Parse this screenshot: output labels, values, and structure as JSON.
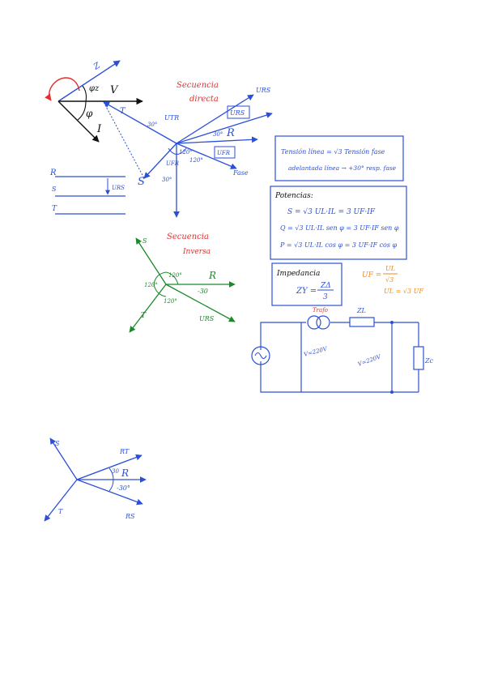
{
  "colors": {
    "ink": "#111111",
    "blue": "#2b4fd8",
    "green": "#1a8a2a",
    "red": "#e03030",
    "orange": "#f08a1c"
  },
  "phasor_diagram": {
    "z_label": "Z",
    "phi_z_label": "φz",
    "v_label": "V",
    "phi_label": "φ",
    "i_label": "I"
  },
  "direct_sequence": {
    "title_line1": "Secuencia",
    "title_line2": "directa",
    "r_label": "R",
    "s_label": "S",
    "t_label": "T",
    "u_rs_box": "URS",
    "u_fr_box": "UFR",
    "u_rs_top": "URS",
    "u_fr_label": "UFR",
    "u_tr_label": "UTR",
    "fase_label": "Fase",
    "ang_30_a": "30°",
    "ang_30_b": "30°",
    "ang_30_c": "30°",
    "ang_120_a": "120°",
    "ang_120_b": "120°"
  },
  "lines": {
    "r_label": "R",
    "s_label": "S",
    "t_label": "T",
    "u_rs_label": "URS"
  },
  "inverse_sequence": {
    "title_line1": "Secuencia",
    "title_line2": "Inversa",
    "r_label": "R",
    "s_label": "S",
    "t_label": "T",
    "u_rs_label": "URS",
    "ang_120_a": "120°",
    "ang_120_b": "120°",
    "ang_120_c": "120°",
    "ang_neg30": "-30"
  },
  "notes_box": {
    "line1": "Tensión línea = √3 Tensión fase",
    "line2": "adelantada línea → +30° resp. fase"
  },
  "potencias_box": {
    "title": "Potencias:",
    "s_eq": "S = √3 UL·IL = 3 UF·IF",
    "q_eq": "Q = √3 UL·IL sen φ = 3 UF·IF sen φ",
    "p_eq": "P = √3 UL·IL cos φ = 3 UF·IF cos φ"
  },
  "impedancia_box": {
    "title": "Impedancia",
    "zy_lhs": "ZY =",
    "zy_num": "ZΔ",
    "zy_den": "3"
  },
  "orange_note": {
    "uf_lhs": "UF =",
    "uf_num": "UL",
    "uf_den": "√3",
    "ul_eq": "UL = √3 UF"
  },
  "circuit": {
    "source_voltage": "V=220V",
    "transformer_label": "Trafo",
    "zl_label": "ZL",
    "load_voltage": "V=220V",
    "zc_label": "Zc"
  },
  "bottom_diagram": {
    "s_label": "S",
    "rt_label": "RT",
    "r_label": "R",
    "ang_30": "30",
    "ang_neg30": "-30°",
    "rs_label": "RS",
    "t_label": "T"
  }
}
